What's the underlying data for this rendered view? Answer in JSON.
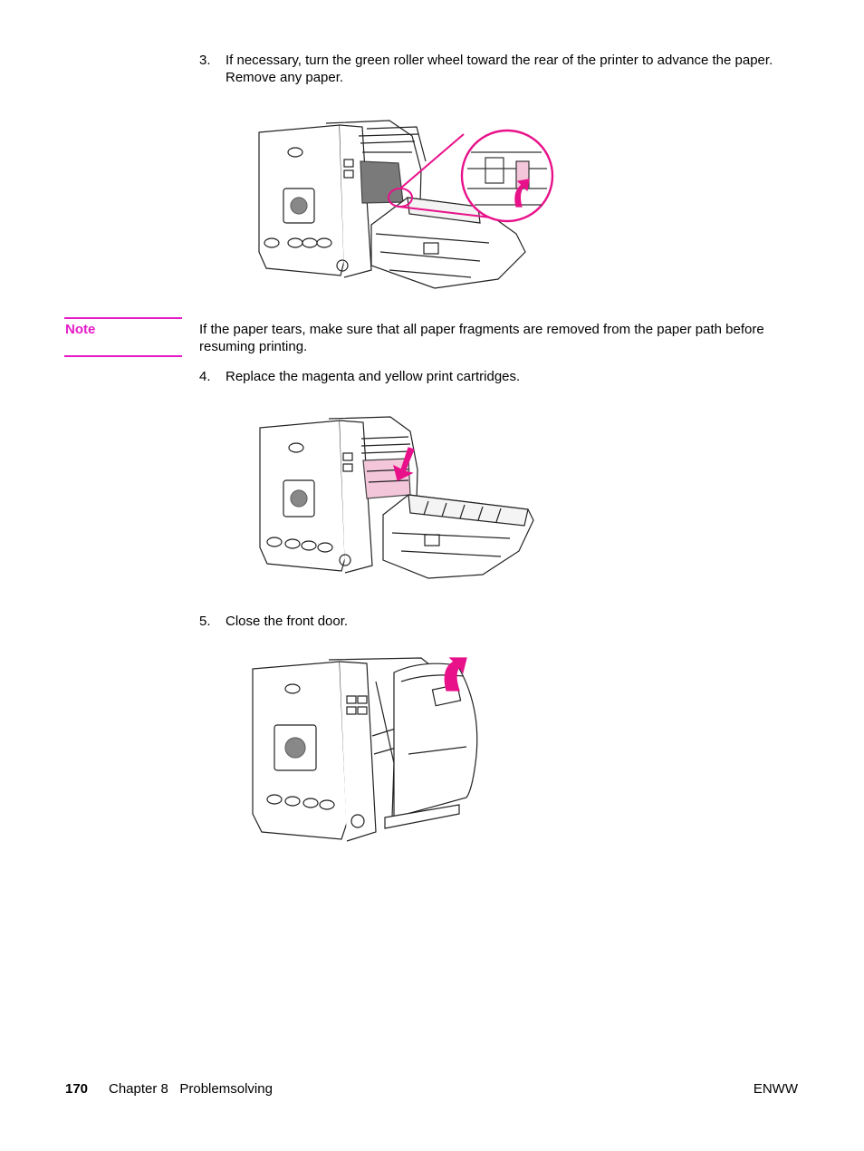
{
  "steps": [
    {
      "num": "3.",
      "text": "If necessary, turn the green roller wheel toward the rear of the printer to advance the paper. Remove any paper."
    },
    {
      "num": "4.",
      "text": "Replace the magenta and yellow print cartridges."
    },
    {
      "num": "5.",
      "text": "Close the front door."
    }
  ],
  "note": {
    "label": "Note",
    "text": "If the paper tears, make sure that all paper fragments are removed from the paper path before resuming printing."
  },
  "footer": {
    "page_number": "170",
    "chapter": "Chapter 8   Problemsolving",
    "right": "ENWW"
  },
  "colors": {
    "accent": "#e619c8",
    "callout": "#e8118a",
    "cartridge": "#f3c6da"
  }
}
